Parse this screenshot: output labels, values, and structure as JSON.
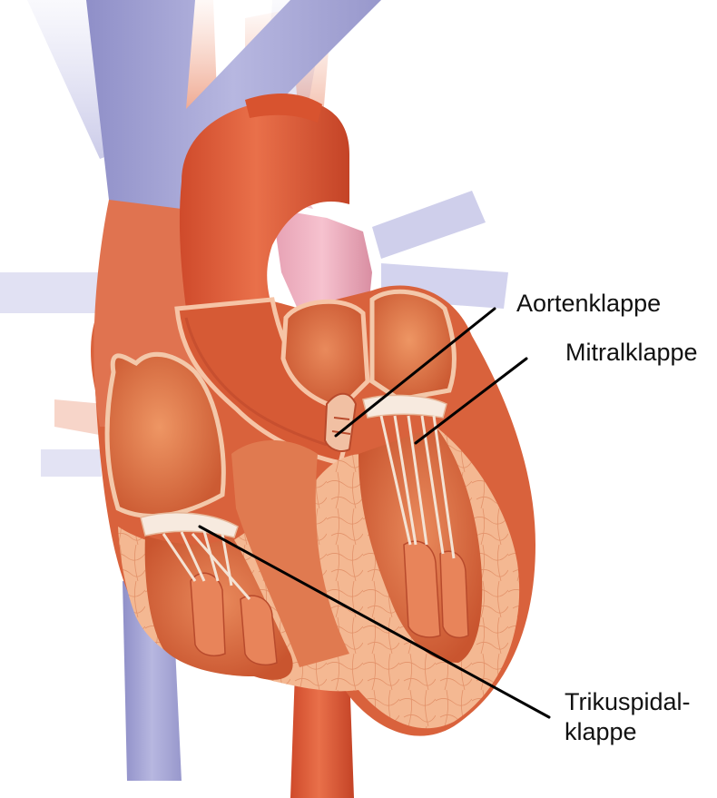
{
  "labels": {
    "aortic_valve": "Aortenklappe",
    "mitral_valve": "Mitralklappe",
    "tricuspid_valve_line1": "Trikuspidal-",
    "tricuspid_valve_line2": "klappe"
  },
  "colors": {
    "vein_blue": "#a9a9d6",
    "artery_red": "#e0603a",
    "muscle_orange": "#f09a6c",
    "myocardium_section": "#f3b690",
    "valve_cream": "#f7eadf",
    "leader_line": "#000000"
  }
}
